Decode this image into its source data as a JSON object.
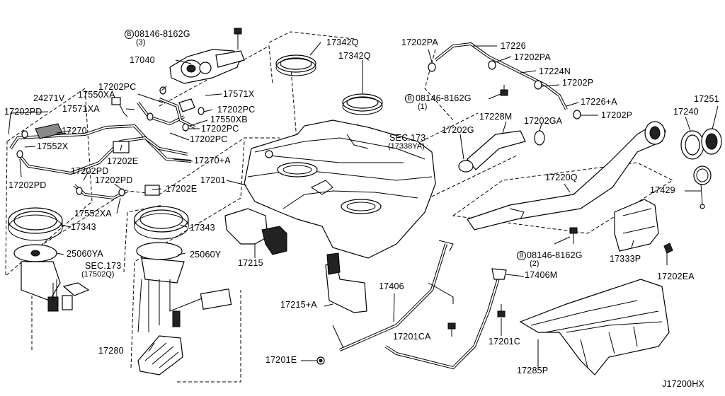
{
  "diagram_id": "J17200HX",
  "labels": {
    "bolt_top": "08146-8162G",
    "bolt_top_qty": "(3)",
    "p17040": "17040",
    "p17202PC_a": "17202PC",
    "p17550XA": "17550XA",
    "p17571XA": "17571XA",
    "p24271V": "24271V",
    "p17202PD_a": "17202PD",
    "p17270": "17270",
    "p17552X": "17552X",
    "p17202E_a": "17202E",
    "p17202PD_b": "17202PD",
    "p17202PD_c": "17202PD",
    "p17202PD_d": "17202PD",
    "p17202E_b": "17202E",
    "p17552XA": "17552XA",
    "p17343_a": "17343",
    "p17343_b": "17343",
    "p25060YA": "25060YA",
    "p25060Y": "25060Y",
    "sec173_b": "SEC.173",
    "sec173_b_ref": "(17502Q)",
    "p17280": "17280",
    "p17571X": "17571X",
    "p17202PC_b": "17202PC",
    "p17550XB": "17550XB",
    "p17202PC_c": "17202PC",
    "p17202PC_d": "17202PC",
    "p17270A": "17270+A",
    "p17201": "17201",
    "p17342Q_a": "17342Q",
    "p17342Q_b": "17342Q",
    "p17202PA_a": "17202PA",
    "p17226": "17226",
    "p17202PA_b": "17202PA",
    "p17224N": "17224N",
    "p17202P_a": "17202P",
    "bolt_mid": "08146-8162G",
    "bolt_mid_qty": "(1)",
    "p17226A": "17226+A",
    "p17202P_b": "17202P",
    "p17251": "17251",
    "p17240": "17240",
    "p17228M": "17228M",
    "p17202GA": "17202GA",
    "p17202G": "17202G",
    "sec173_a": "SEC.173",
    "sec173_a_ref": "(17338YA)",
    "p17220Q": "17220Q",
    "p17429": "17429",
    "bolt_low": "08146-8162G",
    "bolt_low_qty": "(2)",
    "p17333P": "17333P",
    "p17202EA": "17202EA",
    "p17215": "17215",
    "p17215A": "17215+A",
    "p17406": "17406",
    "p17406M": "17406M",
    "p17201CA": "17201CA",
    "p17201C": "17201C",
    "p17201E": "17201E",
    "p17285P": "17285P",
    "bolt_symbol": "B"
  }
}
